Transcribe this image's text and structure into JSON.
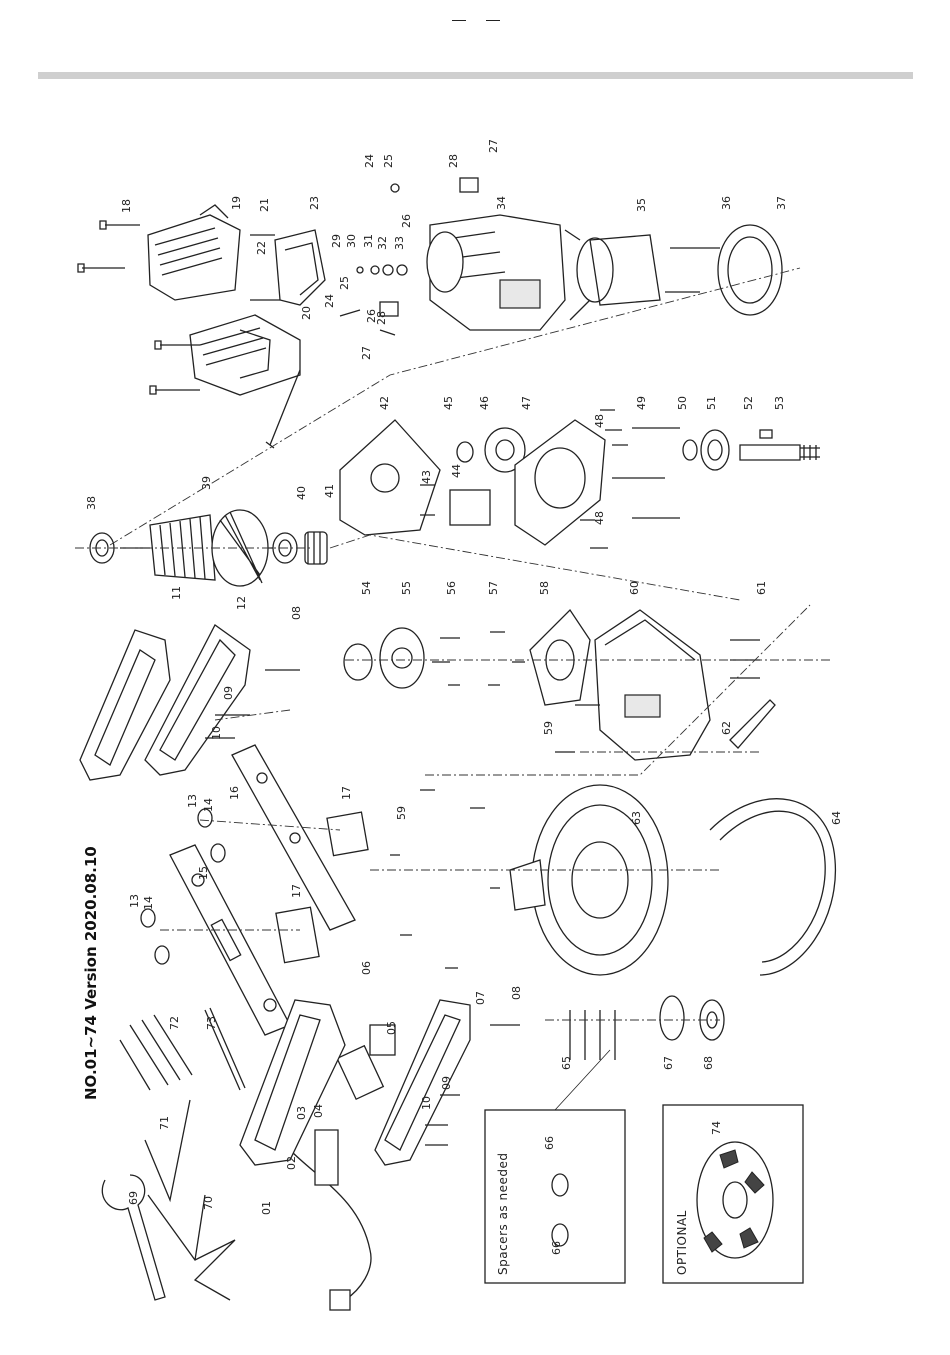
{
  "header": {
    "dash_left": "—",
    "dash_right": "—"
  },
  "diagram": {
    "title": "NO.01~74 Version 2020.08.10",
    "boxes": {
      "spacers": "Spacers as needed",
      "optional": "OPTIONAL"
    },
    "part_numbers": [
      "01",
      "02",
      "03",
      "04",
      "05",
      "06",
      "07",
      "08",
      "09",
      "10",
      "11",
      "12",
      "13",
      "14",
      "15",
      "16",
      "17",
      "18",
      "19",
      "20",
      "21",
      "22",
      "23",
      "24",
      "25",
      "26",
      "27",
      "28",
      "29",
      "30",
      "31",
      "32",
      "33",
      "34",
      "35",
      "36",
      "37",
      "38",
      "39",
      "40",
      "41",
      "42",
      "43",
      "44",
      "45",
      "46",
      "47",
      "48",
      "49",
      "50",
      "51",
      "52",
      "53",
      "54",
      "55",
      "56",
      "57",
      "58",
      "59",
      "60",
      "61",
      "62",
      "63",
      "64",
      "65",
      "66",
      "67",
      "68",
      "69",
      "70",
      "71",
      "72",
      "73",
      "74"
    ]
  }
}
